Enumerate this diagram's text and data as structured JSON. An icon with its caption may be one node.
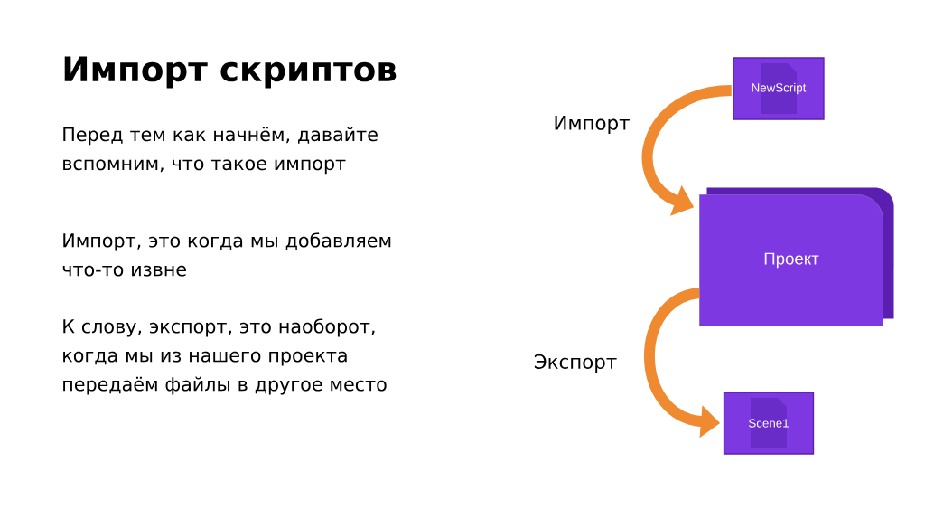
{
  "diagram": {
    "title": "Импорт скриптов",
    "nodes": [
      {
        "text": [
          "NewScript"
        ]
      },
      {
        "text": [
          "Проект"
        ]
      },
      {
        "text": [
          "Scene1"
        ]
      }
    ],
    "edges": [
      {
        "from": 0,
        "to": 1,
        "arrow": "to",
        "label": "Импорт"
      },
      {
        "from": 1,
        "to": 2,
        "arrow": "to",
        "label": "Экспорт"
      }
    ],
    "labels": [
      "Перед тем как начнём, давайте вспомним, что такое импорт",
      "Импорт, это когда мы добавляем что-то извне",
      "К слову, экспорт, это наоборот, когда мы из нашего проекта передаём файлы в другое место"
    ]
  }
}
